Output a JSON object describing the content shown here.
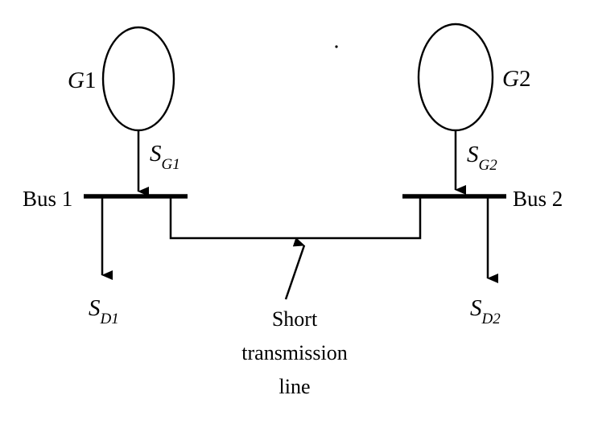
{
  "generators": [
    {
      "name": "G1",
      "letter": "G",
      "num": "1",
      "flow_main": "S",
      "flow_sub": "G1"
    },
    {
      "name": "G2",
      "letter": "G",
      "num": "2",
      "flow_main": "S",
      "flow_sub": "G2"
    }
  ],
  "buses": [
    {
      "label": "Bus 1"
    },
    {
      "label": "Bus 2"
    }
  ],
  "loads": [
    {
      "main": "S",
      "sub": "D1"
    },
    {
      "main": "S",
      "sub": "D2"
    }
  ],
  "line": {
    "label_lines": [
      "Short",
      "transmission",
      "line"
    ]
  }
}
